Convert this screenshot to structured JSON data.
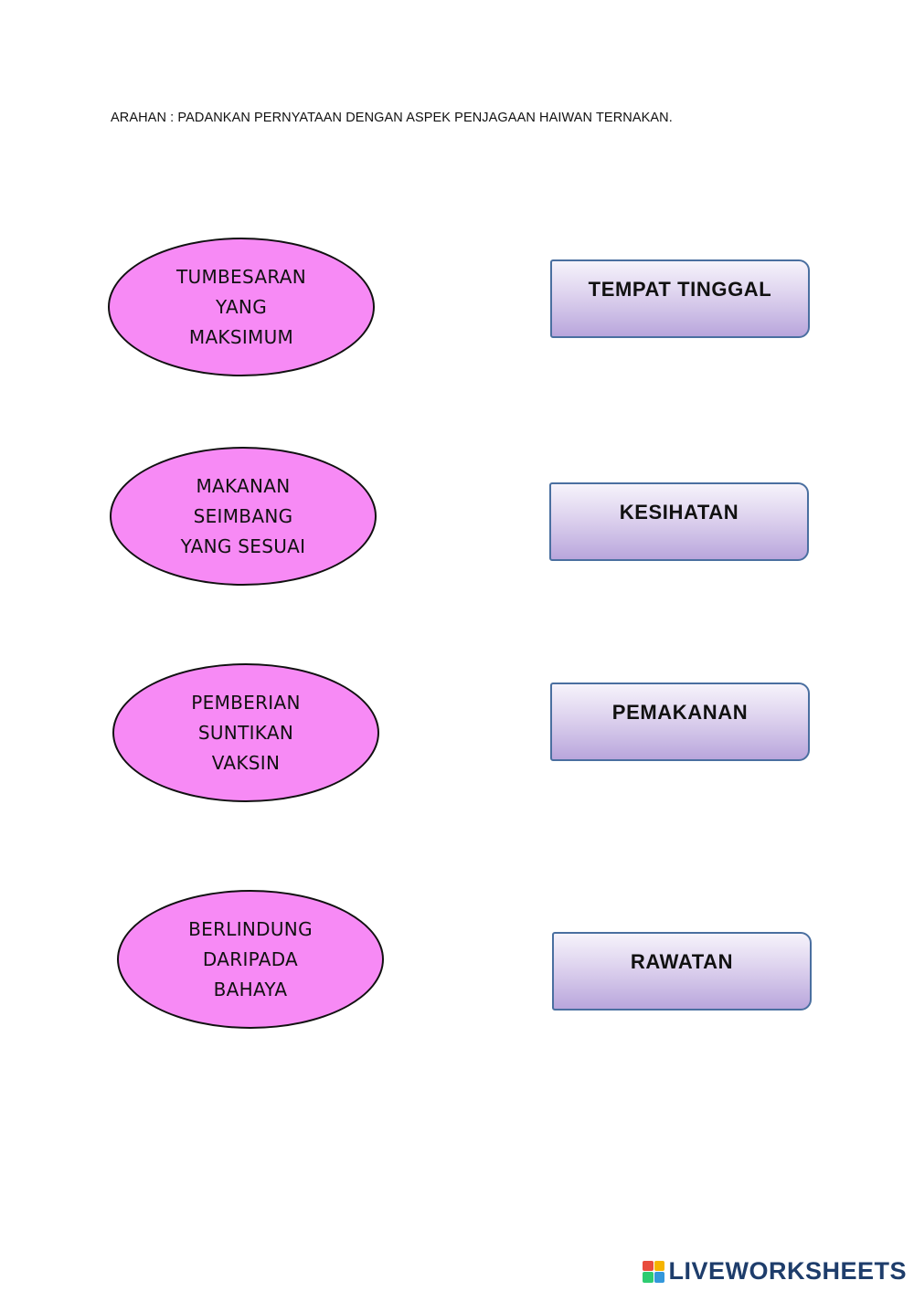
{
  "instruction": "ARAHAN : PADANKAN PERNYATAAN DENGAN ASPEK PENJAGAAN HAIWAN TERNAKAN.",
  "statements": [
    {
      "lines": [
        "TUMBESARAN",
        "YANG",
        "MAKSIMUM"
      ]
    },
    {
      "lines": [
        "MAKANAN",
        "SEIMBANG",
        "YANG SESUAI"
      ]
    },
    {
      "lines": [
        "PEMBERIAN",
        "SUNTIKAN",
        "VAKSIN"
      ]
    },
    {
      "lines": [
        "BERLINDUNG",
        "DARIPADA",
        "BAHAYA"
      ]
    }
  ],
  "aspects": [
    {
      "label": "TEMPAT TINGGAL"
    },
    {
      "label": "KESIHATAN"
    },
    {
      "label": "PEMAKANAN"
    },
    {
      "label": "RAWATAN"
    }
  ],
  "footer": {
    "brand": "LIVEWORKSHEETS",
    "logo_icon": "liveworksheets-logo-icon",
    "logo_colors": [
      "#e84c3d",
      "#f5b400",
      "#2ecc71",
      "#3498db"
    ]
  },
  "colors": {
    "oval_fill": "#f78af5",
    "box_border": "#4a6fa0",
    "box_gradient_bottom": "#b9a6dc"
  }
}
